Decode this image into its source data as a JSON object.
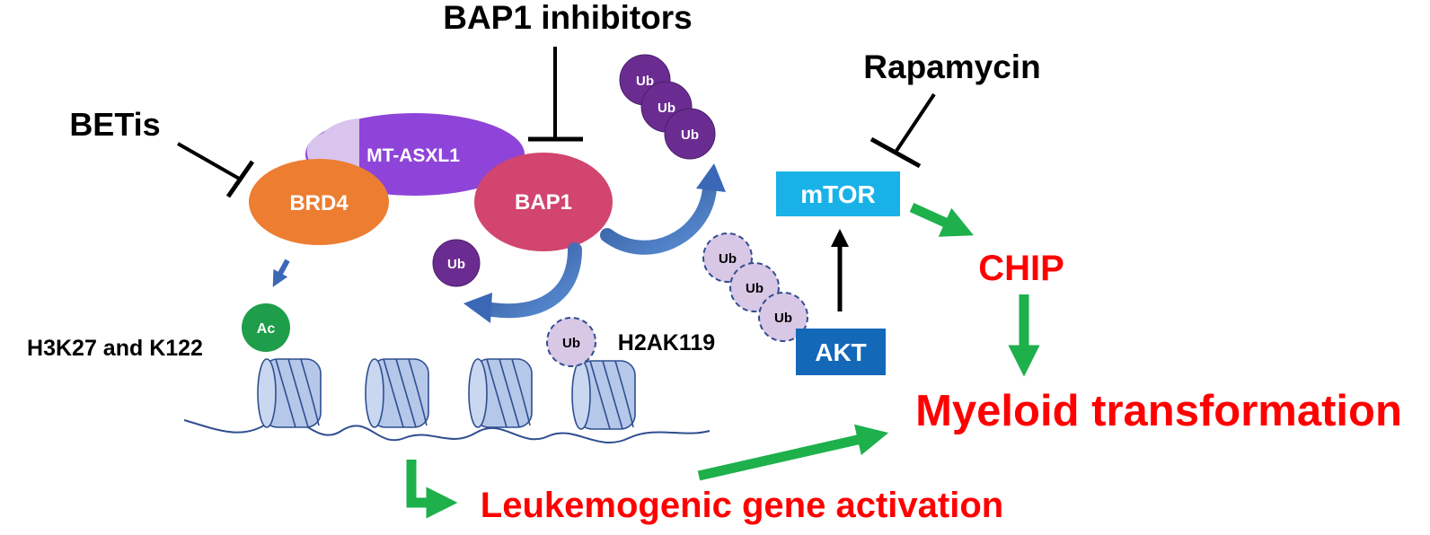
{
  "inhibitors": {
    "betis": "BETis",
    "bap1_inhibitors": "BAP1 inhibitors",
    "rapamycin": "Rapamycin"
  },
  "proteins": {
    "mt_asxl1": "MT-ASXL1",
    "brd4": "BRD4",
    "bap1": "BAP1",
    "mtor": "mTOR",
    "akt": "AKT"
  },
  "marks": {
    "ub": "Ub",
    "ac": "Ac"
  },
  "labels": {
    "h3k27": "H3K27 and K122",
    "h2ak119": "H2AK119"
  },
  "outcomes": {
    "chip": "CHIP",
    "myeloid": "Myeloid transformation",
    "leukemogenic": "Leukemogenic gene activation"
  },
  "colors": {
    "brd4": "#ED7D31",
    "mt_asxl1": "#8E44D8",
    "mt_asxl1_light": "#D9C4EE",
    "bap1": "#D1456F",
    "ub_dark": "#6B2C91",
    "ub_light": "#D9C7E6",
    "ac": "#1E9E4A",
    "mtor": "#19B2E8",
    "akt": "#1368B8",
    "green_arrow": "#1DB04B",
    "blue_arrow": "#3B68B6",
    "nucleosome": "#B6C8EA",
    "red_text": "#FF0000"
  }
}
